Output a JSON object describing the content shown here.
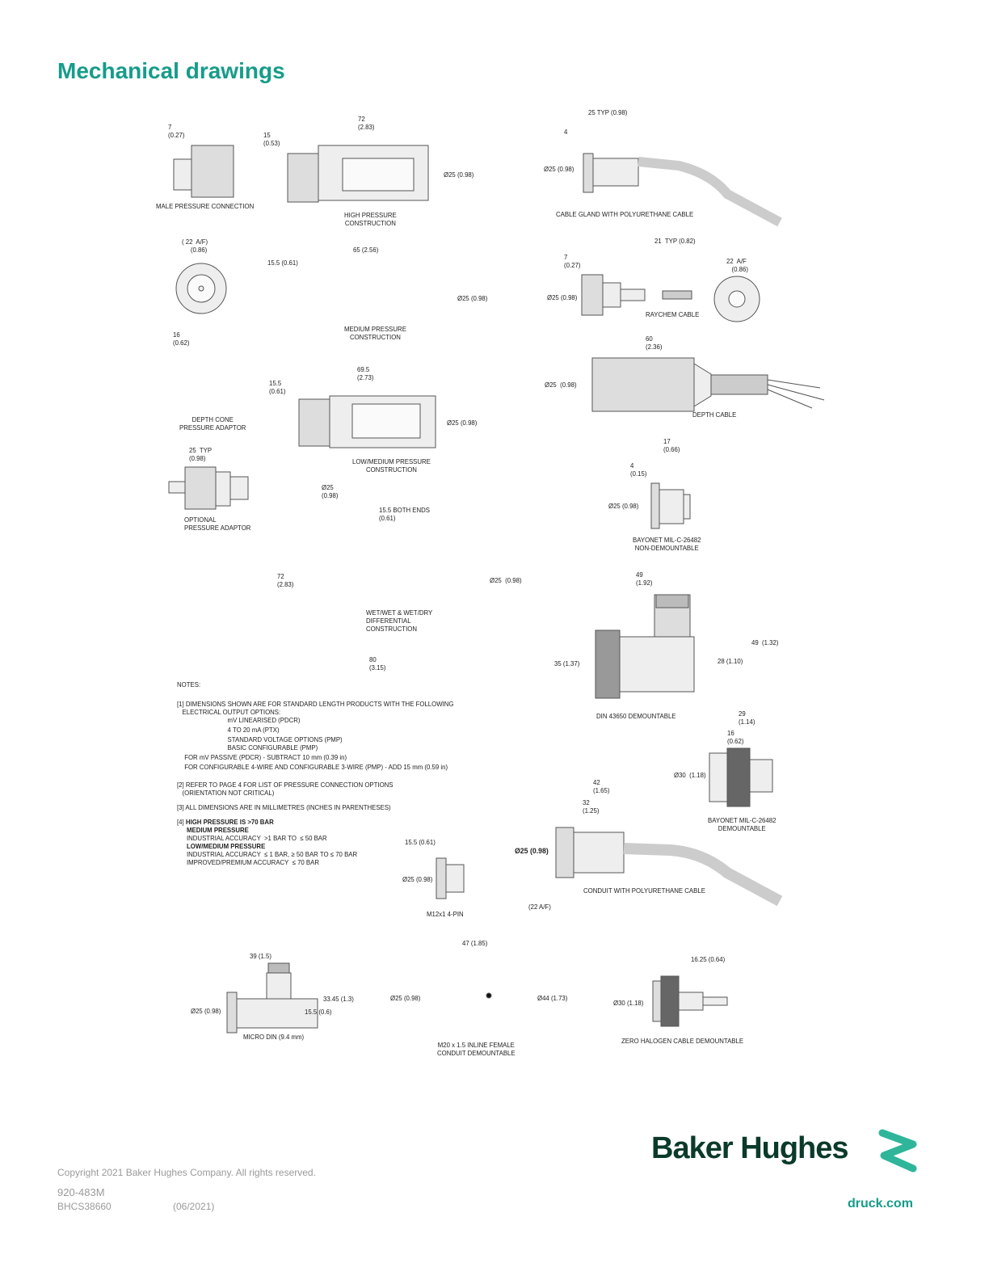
{
  "page": {
    "title": "Mechanical drawings"
  },
  "drawings": {
    "labels": [
      "7\n(0.27)",
      "MALE PRESSURE CONNECTION",
      "72\n(2.83)",
      "15\n(0.53)",
      "Ø25 (0.98)",
      "HIGH PRESSURE\nCONSTRUCTION",
      "( 22  A/F)\n     (0.86)",
      "16\n(0.62)",
      "65 (2.56)",
      "15.5 (0.61)",
      "Ø25 (0.98)",
      "MEDIUM PRESSURE\nCONSTRUCTION",
      "69.5\n(2.73)",
      "15.5\n(0.61)",
      "Ø25 (0.98)",
      "DEPTH CONE\nPRESSURE ADAPTOR",
      "25  TYP\n(0.98)",
      "LOW/MEDIUM PRESSURE\nCONSTRUCTION",
      "Ø25\n(0.98)",
      "15.5 BOTH ENDS\n(0.61)",
      "OPTIONAL\nPRESSURE ADAPTOR",
      "72\n(2.83)",
      "Ø25  (0.98)",
      "WET/WET & WET/DRY\nDIFFERENTIAL\nCONSTRUCTION",
      "80\n(3.15)",
      "25 TYP (0.98)",
      "4",
      "Ø25 (0.98)",
      "CABLE GLAND WITH POLYURETHANE CABLE",
      "21  TYP (0.82)",
      "7\n(0.27)",
      "22  A/F\n   (0.86)",
      "Ø25 (0.98)",
      "RAYCHEM CABLE",
      "60\n(2.36)",
      "Ø25  (0.98)",
      "DEPTH CABLE",
      "17\n(0.66)",
      "4\n(0.15)",
      "Ø25 (0.98)",
      "BAYONET MIL-C-26482\nNON-DEMOUNTABLE",
      "49\n(1.92)",
      "49  (1.32)",
      "35 (1.37)",
      "28 (1.10)",
      "DIN 43650 DEMOUNTABLE",
      "29\n(1.14)",
      "16\n(0.62)",
      "Ø30  (1.18)",
      "BAYONET MIL-C-26482\nDEMOUNTABLE",
      "42\n(1.65)",
      "32\n(1.25)",
      "Ø25 (0.98)",
      "CONDUIT WITH POLYURETHANE CABLE",
      "(22 A/F)",
      "15.5 (0.61)",
      "Ø25 (0.98)",
      "M12x1 4-PIN",
      "39 (1.5)",
      "Ø25 (0.98)",
      "33.45 (1.3)",
      "15.5 (0.6)",
      "MICRO DIN (9.4 mm)",
      "47 (1.85)",
      "Ø25 (0.98)",
      "Ø44 (1.73)",
      "M20 x 1.5 INLINE FEMALE\nCONDUIT DEMOUNTABLE",
      "16.25 (0.64)",
      "Ø30 (1.18)",
      "ZERO HALOGEN CABLE DEMOUNTABLE"
    ]
  },
  "notes": {
    "heading": "NOTES:",
    "n1_line1": "[1] DIMENSIONS SHOWN ARE FOR STANDARD LENGTH PRODUCTS WITH THE FOLLOWING",
    "n1_line2": "   ELECTRICAL OUTPUT OPTIONS:",
    "n1_opt1": "mV LINEARISED (PDCR)",
    "n1_opt2": "4 TO 20 mA (PTX)",
    "n1_opt3": "STANDARD VOLTAGE OPTIONS (PMP)",
    "n1_opt4": "BASIC CONFIGURABLE (PMP)",
    "n1_sub": "FOR mV PASSIVE (PDCR) - SUBTRACT 10 mm (0.39 in)",
    "n1_add": "FOR CONFIGURABLE 4-WIRE AND CONFIGURABLE 3-WIRE (PMP) - ADD 15 mm (0.59 in)",
    "n2_line1": "[2] REFER TO PAGE 4 FOR LIST OF PRESSURE CONNECTION OPTIONS",
    "n2_line2": "   (ORIENTATION NOT CRITICAL)",
    "n3": "[3] ALL DIMENSIONS ARE IN MILLIMETRES (INCHES IN PARENTHESES)",
    "n4_prefix": "[4] ",
    "n4_high": "HIGH PRESSURE IS >70 BAR",
    "n4_medium": "MEDIUM PRESSURE",
    "n4_medium_detail": "INDUSTRIAL ACCURACY  >1 BAR TO  ≤ 50 BAR",
    "n4_lowmed": "LOW/MEDIUM PRESSURE",
    "n4_lowmed_detail1": "INDUSTRIAL ACCURACY  ≤ 1 BAR, ≥ 50 BAR TO ≤ 70 BAR",
    "n4_lowmed_detail2": "IMPROVED/PREMIUM ACCURACY  ≤ 70 BAR"
  },
  "footer": {
    "copyright": "Copyright 2021 Baker Hughes Company. All rights reserved.",
    "doc_number": "920-483M",
    "code": "BHCS38660",
    "date": "(06/2021)",
    "brand": "Baker Hughes",
    "url": "druck.com"
  },
  "colors": {
    "accent": "#169c8a",
    "brand_dark": "#0b3a2a"
  }
}
